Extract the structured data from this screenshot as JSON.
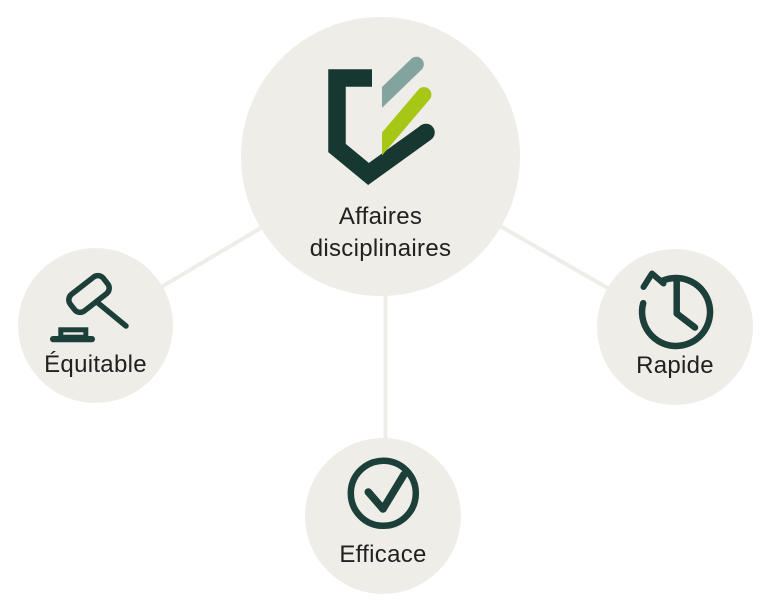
{
  "diagram": {
    "center_node": {
      "label": "Affaires disciplinaires",
      "label_lines": [
        "Affaires",
        "disciplinaires"
      ],
      "icon": "shield-check-logo"
    },
    "satellite_nodes": [
      {
        "label": "Équitable",
        "icon": "gavel-icon"
      },
      {
        "label": "Rapide",
        "icon": "clock-history-icon"
      },
      {
        "label": "Efficace",
        "icon": "check-circle-icon"
      }
    ],
    "colors": {
      "page_background": "#FFFFFF",
      "node_background": "#EFEDE8",
      "connector_line": "#EFEDE8",
      "icon_teal": "#1C3F3A",
      "logo_dark_teal": "#163831",
      "logo_lime_green": "#A6C716",
      "logo_sage_green": "#83A39E",
      "label_text": "#212121"
    }
  }
}
